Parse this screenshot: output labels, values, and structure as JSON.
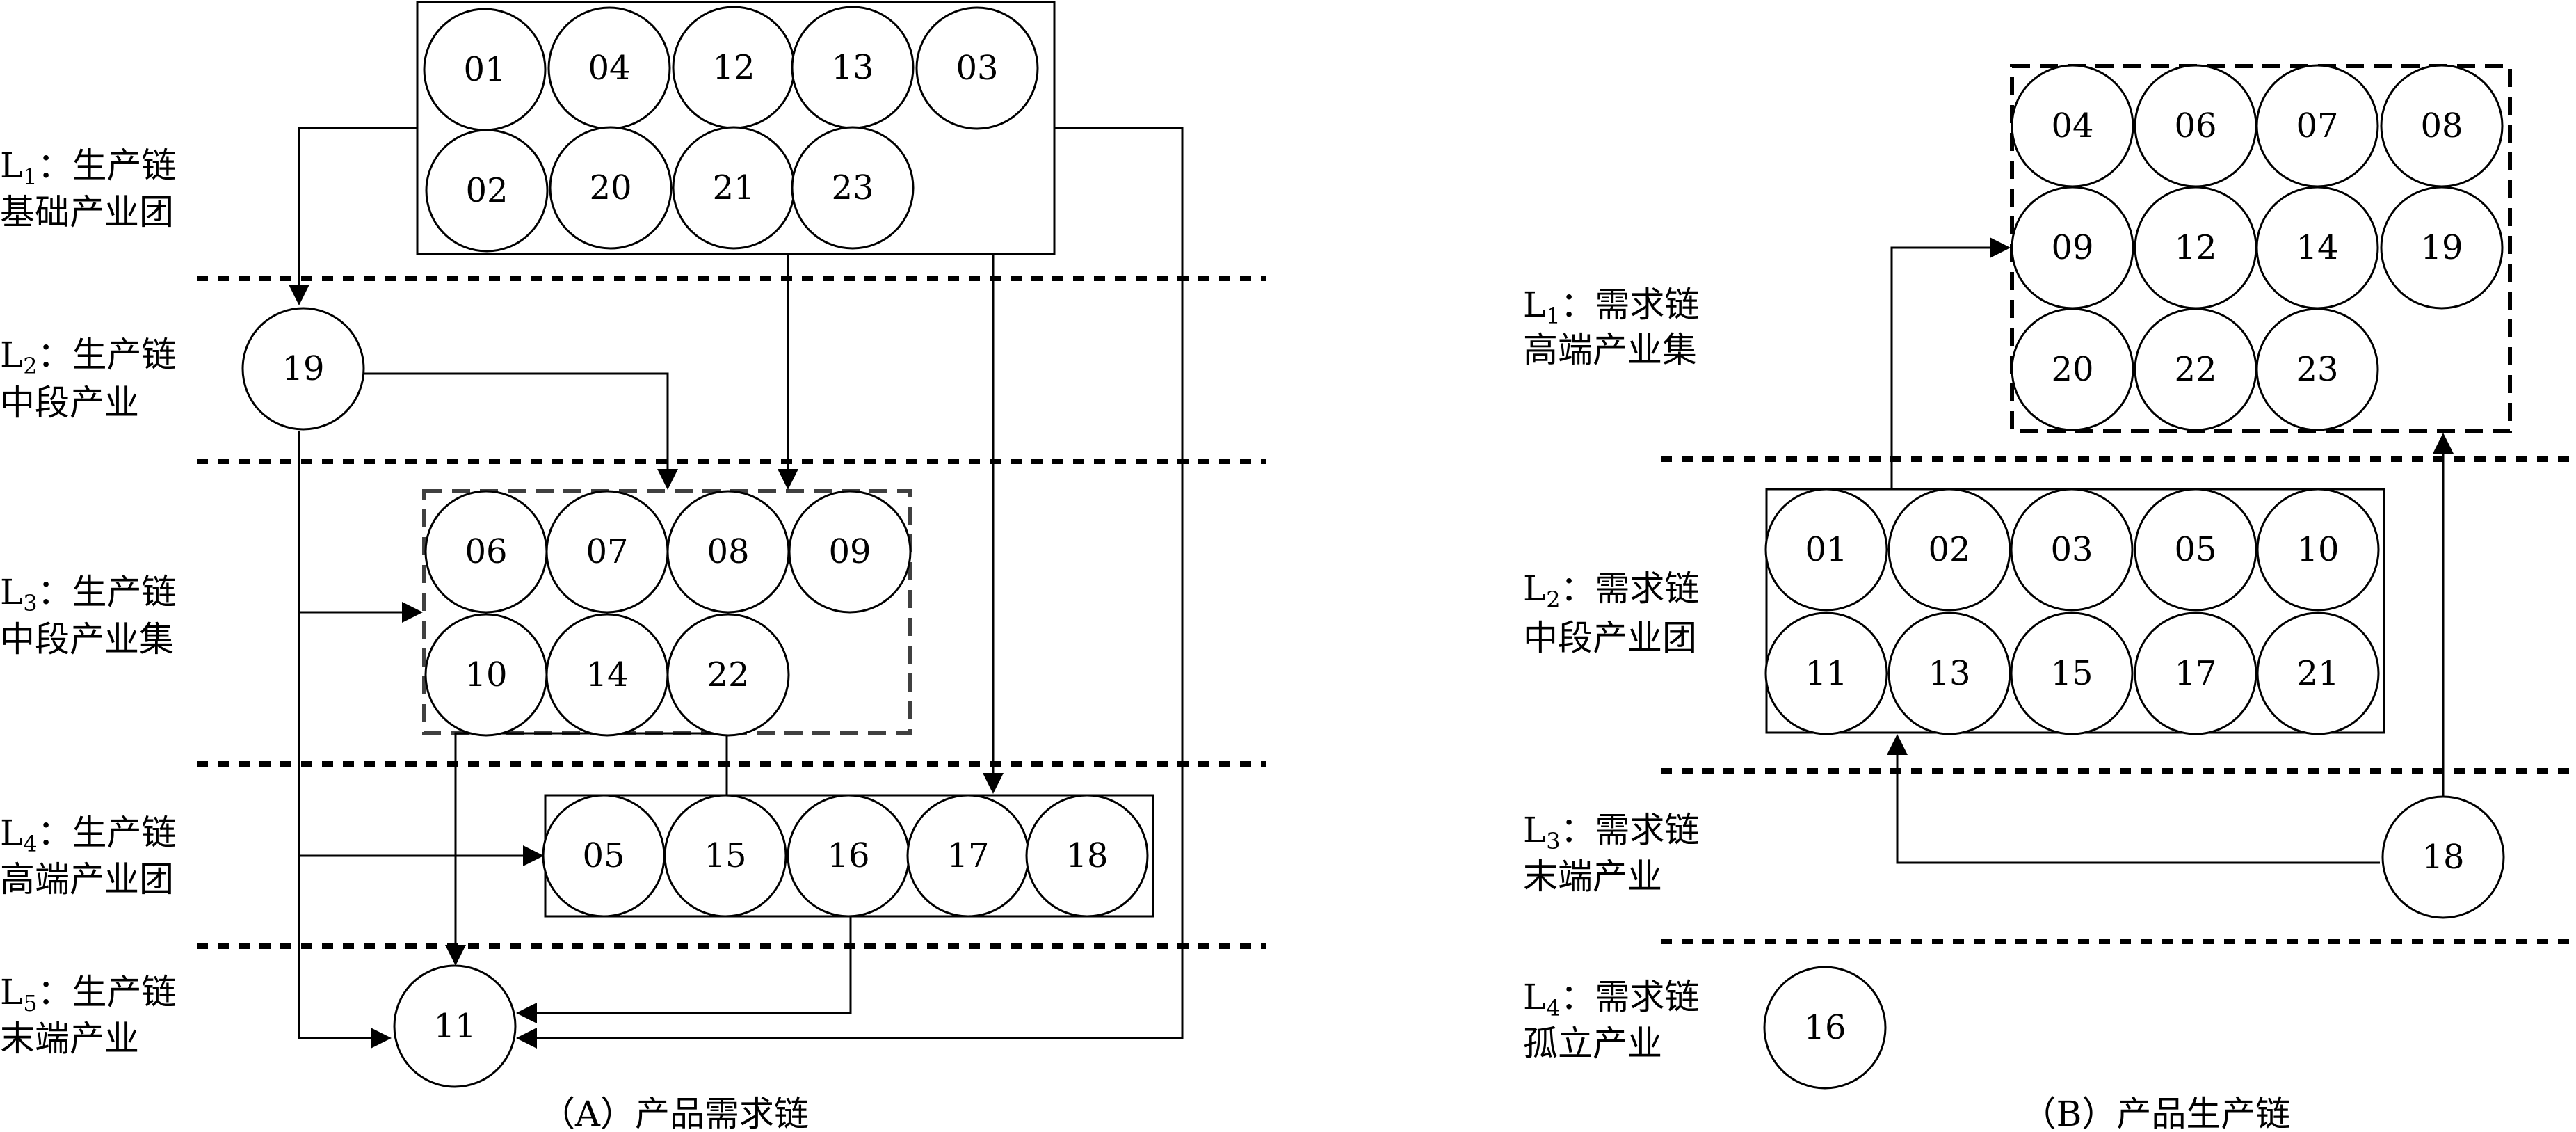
{
  "panel_a": {
    "caption": "（A）产品需求链",
    "levels": [
      {
        "prefix": "L",
        "sub": "1",
        "line1": "：生产链",
        "line2": "基础产业团"
      },
      {
        "prefix": "L",
        "sub": "2",
        "line1": "：生产链",
        "line2": "中段产业"
      },
      {
        "prefix": "L",
        "sub": "3",
        "line1": "：生产链",
        "line2": "中段产业集"
      },
      {
        "prefix": "L",
        "sub": "4",
        "line1": "：生产链",
        "line2": "高端产业团"
      },
      {
        "prefix": "L",
        "sub": "5",
        "line1": "：生产链",
        "line2": "末端产业"
      }
    ],
    "groups": {
      "l1": [
        "01",
        "04",
        "12",
        "13",
        "03",
        "02",
        "20",
        "21",
        "23"
      ],
      "l2": [
        "19"
      ],
      "l3": [
        "06",
        "07",
        "08",
        "09",
        "10",
        "14",
        "22"
      ],
      "l4": [
        "05",
        "15",
        "16",
        "17",
        "18"
      ],
      "l5": [
        "11"
      ]
    }
  },
  "panel_b": {
    "caption": "（B）产品生产链",
    "levels": [
      {
        "prefix": "L",
        "sub": "1",
        "line1": "：需求链",
        "line2": "高端产业集"
      },
      {
        "prefix": "L",
        "sub": "2",
        "line1": "：需求链",
        "line2": "中段产业团"
      },
      {
        "prefix": "L",
        "sub": "3",
        "line1": "：需求链",
        "line2": "末端产业"
      },
      {
        "prefix": "L",
        "sub": "4",
        "line1": "：需求链",
        "line2": "孤立产业"
      }
    ],
    "groups": {
      "l1": [
        "04",
        "06",
        "07",
        "08",
        "09",
        "12",
        "14",
        "19",
        "20",
        "22",
        "23"
      ],
      "l2": [
        "01",
        "02",
        "03",
        "05",
        "10",
        "11",
        "13",
        "15",
        "17",
        "21"
      ],
      "l3": [
        "18"
      ],
      "l4": [
        "16"
      ]
    }
  }
}
